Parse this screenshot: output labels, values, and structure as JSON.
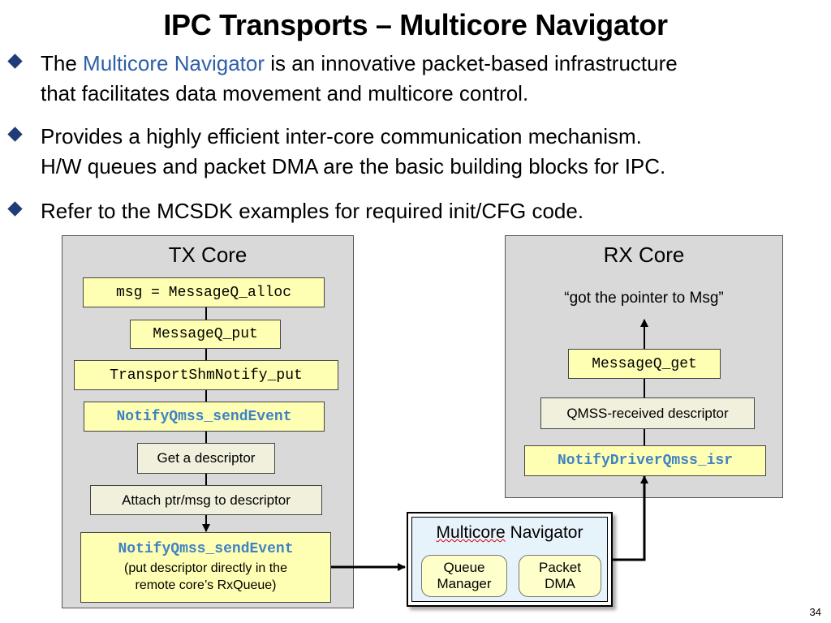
{
  "slide": {
    "title": "IPC Transports – Multicore Navigator",
    "page_number": "34"
  },
  "bullets": {
    "b1_pre": "The ",
    "b1_highlight": "Multicore Navigator",
    "b1_post": " is an innovative packet-based infrastructure",
    "b1_line2": "that facilitates data movement and multicore control.",
    "b2_line1": "Provides a highly efficient inter-core communication mechanism.",
    "b2_line2": "H/W queues and packet DMA are the basic building blocks for IPC.",
    "b3_line1": "Refer to the MCSDK examples for required init/CFG code."
  },
  "tx_core": {
    "title": "TX Core",
    "steps": {
      "alloc": "msg = MessageQ_alloc",
      "put": "MessageQ_put",
      "transport": "TransportShmNotify_put",
      "send_event": "NotifyQmss_sendEvent",
      "get_descriptor": "Get a descriptor",
      "attach": "Attach ptr/msg to descriptor",
      "final_call": "NotifyQmss_sendEvent",
      "final_note_1": "(put descriptor directly in the",
      "final_note_2": "remote core’s RxQueue)"
    }
  },
  "rx_core": {
    "title": "RX Core",
    "quote": "“got the pointer to Msg”",
    "steps": {
      "get": "MessageQ_get",
      "received": "QMSS-received descriptor",
      "isr": "NotifyDriverQmss_isr"
    }
  },
  "navigator": {
    "title_word1": "Multicore",
    "title_word2": " Navigator",
    "queue_manager_1": "Queue",
    "queue_manager_2": "Manager",
    "packet_dma_1": "Packet",
    "packet_dma_2": "DMA"
  }
}
